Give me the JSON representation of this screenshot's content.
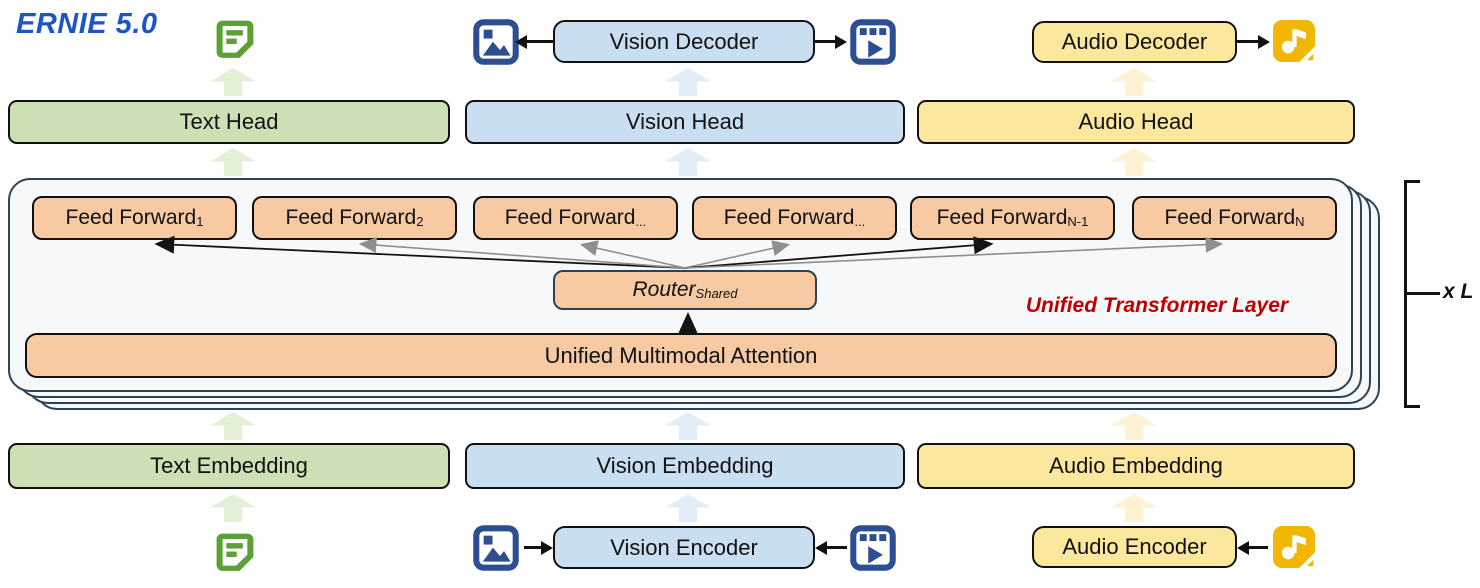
{
  "brand": {
    "name": "ERNIE 5.0"
  },
  "columns": {
    "text": {
      "head": "Text Head",
      "embedding": "Text Embedding"
    },
    "vision": {
      "decoder": "Vision Decoder",
      "head": "Vision Head",
      "embedding": "Vision Embedding",
      "encoder": "Vision Encoder"
    },
    "audio": {
      "decoder": "Audio Decoder",
      "head": "Audio Head",
      "embedding": "Audio Embedding",
      "encoder": "Audio Encoder"
    }
  },
  "transformer": {
    "label": "Unified Transformer Layer",
    "repeat_label": "x L",
    "attention": "Unified Multimodal Attention",
    "router": {
      "base": "Router",
      "sub": "Shared"
    },
    "experts": [
      {
        "base": "Feed Forward",
        "sub": "1",
        "routed": true
      },
      {
        "base": "Feed Forward",
        "sub": "2",
        "routed": false
      },
      {
        "base": "Feed Forward",
        "sub": "...",
        "routed": false
      },
      {
        "base": "Feed Forward",
        "sub": "...",
        "routed": false
      },
      {
        "base": "Feed Forward",
        "sub": "N-1",
        "routed": true
      },
      {
        "base": "Feed Forward",
        "sub": "N",
        "routed": false
      }
    ]
  },
  "icons": {
    "text": "document-text-icon",
    "image": "image-icon",
    "video": "video-icon",
    "audio": "audio-file-icon"
  },
  "colors": {
    "brand-blue": "#1d56c4",
    "green-fill": "#cde0b5",
    "blue-fill": "#c9def1",
    "yellow-fill": "#fbe79d",
    "orange-fill": "#f8caa3",
    "sheet-fill": "#f7f8f9",
    "navy": "#2c4257",
    "red-label": "#c00000",
    "green-arrow": "#e4efd8",
    "blue-arrow": "#e2edf8",
    "yellow-arrow": "#fdf3d4",
    "icon-green": "#5ba135",
    "icon-navy": "#2d4f92",
    "icon-gold": "#f2b705",
    "arrow-routed": "#141414",
    "arrow-unrouted": "#8f8f8f"
  }
}
